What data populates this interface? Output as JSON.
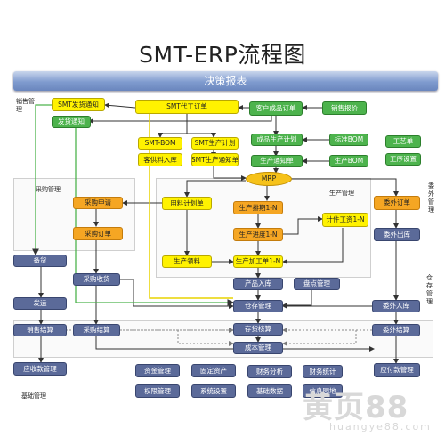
{
  "title": "SMT-ERP流程图",
  "banner": "决策报表",
  "regions": {
    "sales": "销售管理",
    "purchase": "采购管理",
    "production": "生产管理",
    "outsource": "委外管理",
    "warehouse": "仓存管理",
    "base": "基础管理"
  },
  "boxes": {
    "smt_notice": "SMT发货通知",
    "ship_notice": "发货通知",
    "smt_order": "SMT代工订单",
    "customer_order": "客户成品订单",
    "sales_quote": "销售报价",
    "smt_bom": "SMT-BOM",
    "smt_plan": "SMT生产计划",
    "finished_plan": "成品生产计划",
    "std_bom": "标准BOM",
    "process_list": "工艺单",
    "customer_material": "客供料入库",
    "smt_notice2": "SMT生产通知单",
    "prod_notice": "生产通知单",
    "prod_bom": "生产BOM",
    "process_setting": "工序设置",
    "mrp": "MRP",
    "purchase_request": "采购申请",
    "material_plan": "用料计划单",
    "schedule": "生产排期1-N",
    "outsource_order": "委外订单",
    "purchase_order": "采购订单",
    "progress": "生产进度1-N",
    "piecework": "计件工资1-N",
    "outsource_out": "委外出库",
    "stock_out": "备货",
    "prod_pick": "生产领料",
    "prod_work": "生产加工单1-N",
    "purchase_receive": "采购收货",
    "finished_in": "产品入库",
    "inventory_check": "盘点管理",
    "ship": "发运",
    "warehouse_mgmt": "仓存管理",
    "outsource_in": "委外入库",
    "sales_settle": "销售结算",
    "purchase_settle": "采购结算",
    "stock_account": "存货核算",
    "outsource_settle": "委外结算",
    "cost_mgmt": "成本管理",
    "receivable": "应收款管理",
    "fund": "资金管理",
    "fixed_asset": "固定资产",
    "finance_analysis": "财务分析",
    "finance_stats": "财务统计",
    "payable": "应付款管理",
    "permission": "权限管理",
    "system_setting": "系统设置",
    "base_data": "基础数据",
    "info_board": "信息园地"
  },
  "watermark": {
    "brand": "黄页88",
    "url": "huangye88.com"
  },
  "colors": {
    "yellow": "#fff200",
    "green": "#4db34d",
    "orange": "#f5a623",
    "slate": "#5b6a99",
    "banner": "#7f9bcf",
    "connector": "#333333",
    "dashed": "#8a8a8a"
  }
}
